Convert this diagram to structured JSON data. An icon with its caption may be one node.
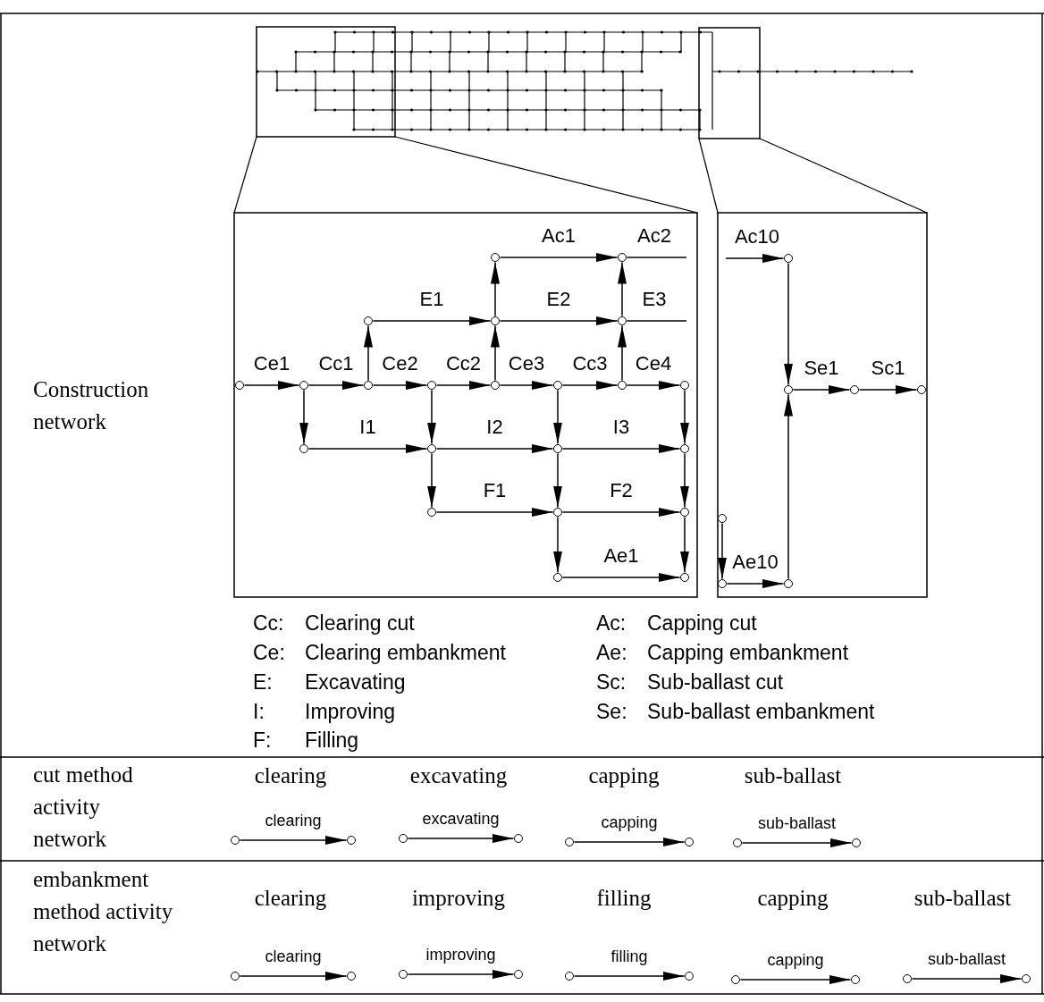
{
  "diagram": {
    "nodes": [
      {
        "text": [],
        "shape": "circle"
      },
      {
        "text": [],
        "shape": "circle"
      },
      {
        "text": [],
        "shape": "circle"
      },
      {
        "text": [],
        "shape": "circle"
      },
      {
        "text": [],
        "shape": "circle"
      },
      {
        "text": [],
        "shape": "circle"
      },
      {
        "text": [],
        "shape": "circle"
      },
      {
        "text": [],
        "shape": "circle"
      },
      {
        "text": [],
        "shape": "circle"
      },
      {
        "text": [],
        "shape": "circle"
      },
      {
        "text": [],
        "shape": "circle"
      },
      {
        "text": [],
        "shape": "circle"
      },
      {
        "text": [],
        "shape": "circle"
      },
      {
        "text": [],
        "shape": "circle"
      },
      {
        "text": [],
        "shape": "circle"
      },
      {
        "text": [],
        "shape": "circle"
      },
      {
        "text": [],
        "shape": "circle"
      },
      {
        "text": [],
        "shape": "circle"
      },
      {
        "text": [],
        "shape": "circle"
      },
      {
        "text": [],
        "shape": "circle"
      },
      {
        "text": [],
        "shape": "circle"
      },
      {
        "text": [],
        "shape": "circle"
      },
      {
        "text": [],
        "shape": "circle"
      },
      {
        "text": [],
        "shape": "circle"
      },
      {
        "text": [],
        "shape": "circle"
      },
      {
        "text": [],
        "shape": "circle"
      },
      {
        "text": [],
        "shape": "circle"
      },
      {
        "text": [],
        "shape": "circle"
      },
      {
        "text": [],
        "shape": "circle"
      },
      {
        "text": [],
        "shape": "circle"
      },
      {
        "text": [],
        "shape": "circle"
      },
      {
        "text": [],
        "shape": "circle"
      },
      {
        "text": [],
        "shape": "circle"
      },
      {
        "text": [],
        "shape": "circle"
      },
      {
        "text": [],
        "shape": "circle"
      },
      {
        "text": [],
        "shape": "circle"
      },
      {
        "text": [],
        "shape": "circle"
      },
      {
        "text": [],
        "shape": "circle"
      },
      {
        "text": [],
        "shape": "circle"
      },
      {
        "text": [],
        "shape": "circle"
      },
      {
        "text": [],
        "shape": "circle"
      },
      {
        "text": [],
        "shape": "circle"
      },
      {
        "text": [],
        "shape": "circle"
      },
      {
        "text": [],
        "shape": "circle"
      },
      {
        "text": [],
        "shape": "circle"
      },
      {
        "text": [],
        "shape": "circle"
      },
      {
        "text": [],
        "shape": "circle"
      }
    ],
    "edges": [
      {
        "from": 0,
        "to": 1,
        "arrow": "to",
        "label": "Ac1"
      },
      {
        "from": 1,
        "to": null,
        "arrow": "none",
        "label": "Ac2"
      },
      {
        "from": null,
        "to": 2,
        "arrow": "to",
        "label": "Ac10"
      },
      {
        "from": 4,
        "to": 0,
        "arrow": "to"
      },
      {
        "from": 5,
        "to": 1,
        "arrow": "to"
      },
      {
        "from": 2,
        "to": 14,
        "arrow": "to"
      },
      {
        "from": 3,
        "to": 4,
        "arrow": "to",
        "label": "E1"
      },
      {
        "from": 4,
        "to": 5,
        "arrow": "to",
        "label": "E2"
      },
      {
        "from": 5,
        "to": null,
        "arrow": "none",
        "label": "E3"
      },
      {
        "from": 8,
        "to": 3,
        "arrow": "to"
      },
      {
        "from": 10,
        "to": 4,
        "arrow": "to"
      },
      {
        "from": 12,
        "to": 5,
        "arrow": "to"
      },
      {
        "from": 6,
        "to": 7,
        "arrow": "to",
        "label": "Ce1"
      },
      {
        "from": 7,
        "to": 8,
        "arrow": "to",
        "label": "Cc1"
      },
      {
        "from": 8,
        "to": 9,
        "arrow": "to",
        "label": "Ce2"
      },
      {
        "from": 9,
        "to": 10,
        "arrow": "to",
        "label": "Cc2"
      },
      {
        "from": 10,
        "to": 11,
        "arrow": "to",
        "label": "Ce3"
      },
      {
        "from": 11,
        "to": 12,
        "arrow": "to",
        "label": "Cc3"
      },
      {
        "from": 12,
        "to": 13,
        "arrow": "to",
        "label": "Ce4"
      },
      {
        "from": 14,
        "to": 15,
        "arrow": "to",
        "label": "Se1"
      },
      {
        "from": 15,
        "to": 16,
        "arrow": "to",
        "label": "Sc1"
      },
      {
        "from": 7,
        "to": 17,
        "arrow": "to"
      },
      {
        "from": 9,
        "to": 18,
        "arrow": "to"
      },
      {
        "from": 11,
        "to": 19,
        "arrow": "to"
      },
      {
        "from": 13,
        "to": 20,
        "arrow": "to"
      },
      {
        "from": 17,
        "to": 18,
        "arrow": "to",
        "label": "I1"
      },
      {
        "from": 18,
        "to": 19,
        "arrow": "to",
        "label": "I2"
      },
      {
        "from": 19,
        "to": 20,
        "arrow": "to",
        "label": "I3"
      },
      {
        "from": 18,
        "to": 21,
        "arrow": "to"
      },
      {
        "from": 19,
        "to": 22,
        "arrow": "to"
      },
      {
        "from": 20,
        "to": 23,
        "arrow": "to"
      },
      {
        "from": 21,
        "to": 22,
        "arrow": "to",
        "label": "F1"
      },
      {
        "from": 22,
        "to": 23,
        "arrow": "to",
        "label": "F2"
      },
      {
        "from": 22,
        "to": 25,
        "arrow": "to"
      },
      {
        "from": 23,
        "to": 26,
        "arrow": "to"
      },
      {
        "from": 24,
        "to": 27,
        "arrow": "to"
      },
      {
        "from": 28,
        "to": 14,
        "arrow": "to"
      },
      {
        "from": 25,
        "to": 26,
        "arrow": "to",
        "label": "Ae1"
      },
      {
        "from": 27,
        "to": 28,
        "arrow": "to",
        "label": "Ae10"
      },
      {
        "from": 29,
        "to": 30,
        "arrow": "to",
        "label": "clearing"
      },
      {
        "from": 31,
        "to": 32,
        "arrow": "to",
        "label": "excavating"
      },
      {
        "from": 33,
        "to": 34,
        "arrow": "to",
        "label": "capping"
      },
      {
        "from": 35,
        "to": 36,
        "arrow": "to",
        "label": "sub-ballast"
      },
      {
        "from": 37,
        "to": 38,
        "arrow": "to",
        "label": "clearing"
      },
      {
        "from": 39,
        "to": 40,
        "arrow": "to",
        "label": "improving"
      },
      {
        "from": 41,
        "to": 42,
        "arrow": "to",
        "label": "filling"
      },
      {
        "from": 43,
        "to": 44,
        "arrow": "to",
        "label": "capping"
      },
      {
        "from": 45,
        "to": 46,
        "arrow": "to",
        "label": "sub-ballast"
      }
    ],
    "labels": [
      "Construction network",
      "Cc:",
      "Clearing cut",
      "Ac:",
      "Capping cut",
      "Ce:",
      "Clearing embankment",
      "Ae:",
      "Capping embankment",
      "E:",
      "Excavating",
      "Sc:",
      "Sub-ballast cut",
      "I:",
      "Improving",
      "Se:",
      "Sub-ballast embankment",
      "F:",
      "Filling",
      "cut method activity network",
      "clearing",
      "excavating",
      "capping",
      "sub-ballast",
      "embankment method activity network",
      "clearing",
      "improving",
      "filling",
      "capping",
      "sub-ballast"
    ]
  }
}
